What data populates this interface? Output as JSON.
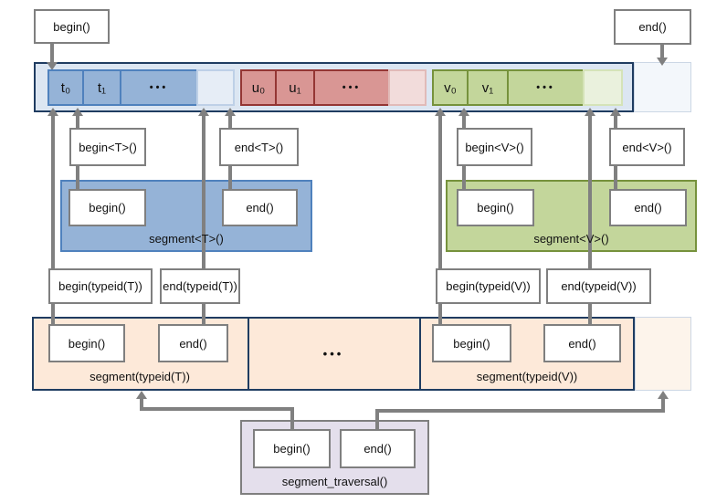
{
  "colors": {
    "navy": "#1f3c61",
    "blue": "#95b3d7",
    "blue_dark": "#4f81bd",
    "blue_pale": "#dce6f2",
    "red": "#d99694",
    "red_dark": "#943634",
    "green": "#c3d69b",
    "green_dark": "#76923c",
    "orange_pale": "#fde9d9",
    "purple_pale": "#e4dfec",
    "gray": "#7f7f7f"
  },
  "top": {
    "begin": "begin()",
    "end": "end()"
  },
  "strip": {
    "groups": [
      {
        "name": "t",
        "cells": [
          "t₀",
          "t₁",
          "•••",
          ""
        ]
      },
      {
        "name": "u",
        "cells": [
          "u₀",
          "u₁",
          "•••",
          ""
        ]
      },
      {
        "name": "v",
        "cells": [
          "v₀",
          "v₁",
          "•••",
          ""
        ]
      }
    ]
  },
  "typed": {
    "begin_t": "begin<T>()",
    "end_t": "end<T>()",
    "begin_v": "begin<V>()",
    "end_v": "end<V>()",
    "segment_t": {
      "begin": "begin()",
      "end": "end()",
      "label": "segment<T>()"
    },
    "segment_v": {
      "begin": "begin()",
      "end": "end()",
      "label": "segment<V>()"
    }
  },
  "typeid": {
    "begin_t": "begin(typeid(T))",
    "end_t": "end(typeid(T))",
    "begin_v": "begin(typeid(V))",
    "end_v": "end(typeid(V))",
    "segment_t": {
      "begin": "begin()",
      "end": "end()",
      "label": "segment(typeid(T))"
    },
    "middle": "•••",
    "segment_v": {
      "begin": "begin()",
      "end": "end()",
      "label": "segment(typeid(V))"
    }
  },
  "traversal": {
    "begin": "begin()",
    "end": "end()",
    "label": "segment_traversal()"
  }
}
